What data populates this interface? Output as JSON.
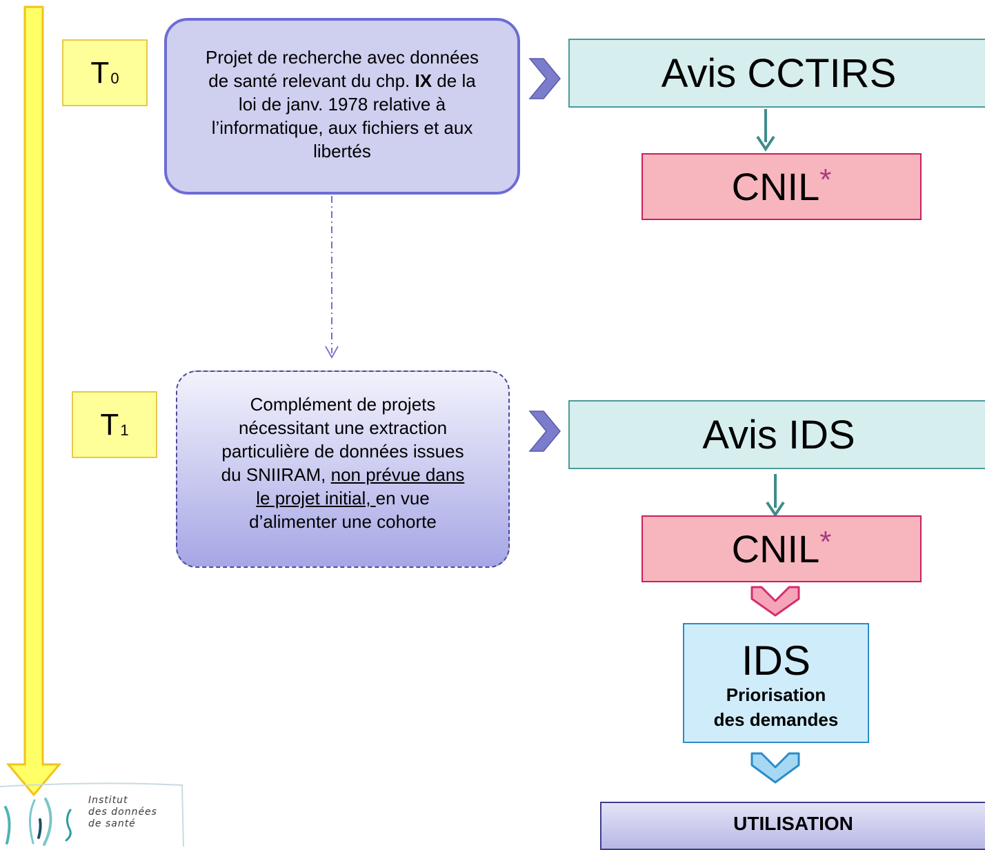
{
  "timeline": {
    "t0": {
      "letter": "T",
      "sub": "0"
    },
    "t1": {
      "letter": "T",
      "sub": "1"
    }
  },
  "projects": {
    "initial": {
      "line1": "Projet  de recherche avec données",
      "line2_pre": "de santé  relevant du chp. ",
      "line2_bold": "IX",
      "line2_post": " de la",
      "line3": "loi de janv. 1978 relative à",
      "line4": "l’informatique, aux fichiers et aux",
      "line5": "libertés"
    },
    "complement": {
      "line1": "Complément de projets",
      "line2": "nécessitant une extraction",
      "line3": "particulière de  données issues",
      "line4_pre": "du SNIIRAM, ",
      "line4_underline": "non prévue dans",
      "line5_underline": "le projet initial, ",
      "line5_post": "en vue",
      "line6": "d’alimenter une cohorte"
    }
  },
  "flow_top": {
    "avis": "Avis CCTIRS",
    "cnil": "CNIL",
    "cnil_mark": "*"
  },
  "flow_bottom": {
    "avis": "Avis IDS",
    "cnil": "CNIL",
    "cnil_mark": "*",
    "ids_title": "IDS",
    "ids_sub1": "Priorisation",
    "ids_sub2": "des demandes",
    "utilisation": "UTILISATION"
  },
  "logo": {
    "line1": "Institut",
    "line2": "des données",
    "line3": "de santé"
  },
  "colors": {
    "timeline_fill": "#ffff66",
    "timeline_border": "#f2c318",
    "chevron_purple": "#7c7ccc",
    "arrow_teal": "#3f8c8c",
    "chevron_pink": "#d42d6e",
    "chevron_blue": "#2a8ac9"
  }
}
